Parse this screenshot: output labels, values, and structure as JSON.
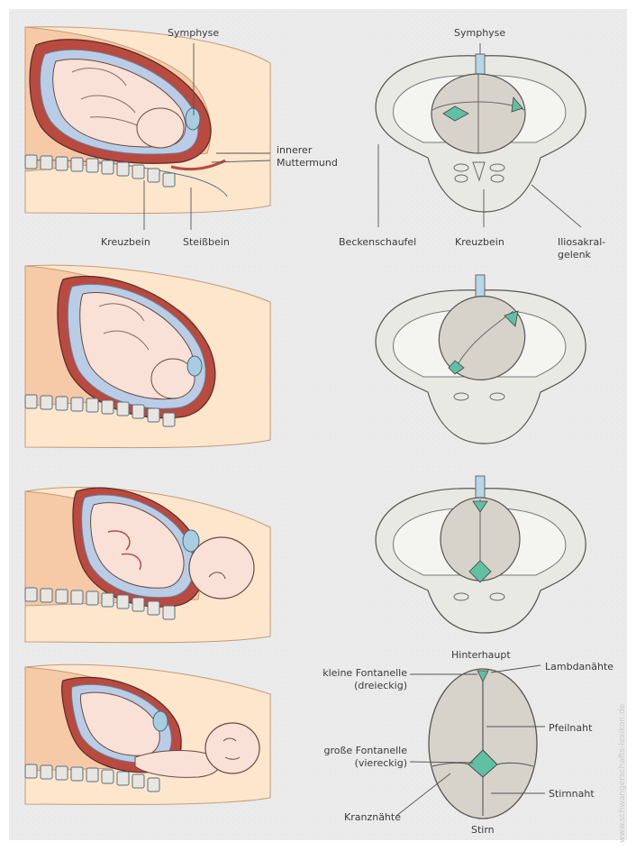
{
  "labels": {
    "symphyse_left": "Symphyse",
    "symphyse_right": "Symphyse",
    "innerer_muttermund_1": "innerer",
    "innerer_muttermund_2": "Muttermund",
    "kreuzbein_left": "Kreuzbein",
    "steissbein": "Steißbein",
    "beckenschaufel": "Beckenschaufel",
    "kreuzbein_right": "Kreuzbein",
    "iliosakral_1": "Iliosakral-",
    "iliosakral_2": "gelenk",
    "hinterhaupt": "Hinterhaupt",
    "kleine_fontanelle_1": "kleine Fontanelle",
    "kleine_fontanelle_2": "(dreieckig)",
    "lambdanaehte": "Lambdanähte",
    "pfeilnaht": "Pfeilnaht",
    "grosse_fontanelle_1": "große Fontanelle",
    "grosse_fontanelle_2": "(viereckig)",
    "stirnnaht": "Stirnnaht",
    "kranznaehte": "Kranznähte",
    "stirn": "Stirn"
  },
  "watermark": "www.schwangerschafts-lexikon.de",
  "colors": {
    "background": "#ebebeb",
    "body_skin": "#fde6cc",
    "uterus": "#b94a3f",
    "fetus": "#f9e1d8",
    "bone": "#e9e9e3",
    "head": "#d8d3ca",
    "fontanelle": "#5fc0a4",
    "spine": "#a8cde0",
    "amnion": "#b9cde6"
  }
}
